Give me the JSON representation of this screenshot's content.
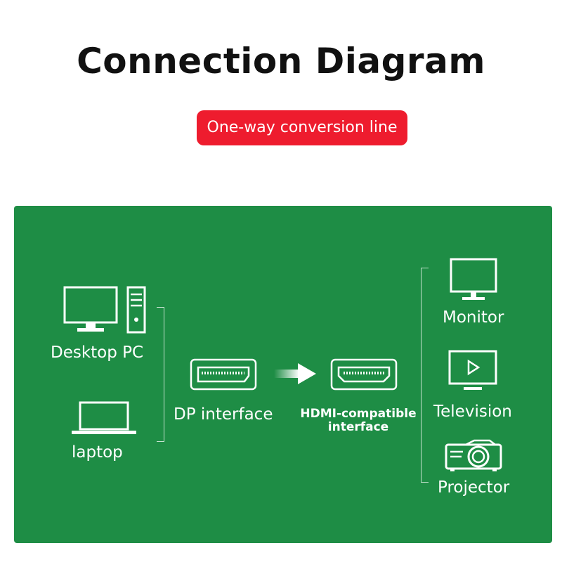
{
  "header": {
    "title": "Connection Diagram",
    "badge": "One-way conversion line"
  },
  "sources": {
    "desktop_label": "Desktop PC",
    "laptop_label": "laptop"
  },
  "ports": {
    "dp_label": "DP interface",
    "hdmi_label_line1": "HDMI-compatible",
    "hdmi_label_line2": "interface"
  },
  "outputs": {
    "monitor_label": "Monitor",
    "television_label": "Television",
    "projector_label": "Projector"
  },
  "colors": {
    "panel": "#1e8d45",
    "badge": "#ee1c2e",
    "icon": "#ffffff"
  }
}
